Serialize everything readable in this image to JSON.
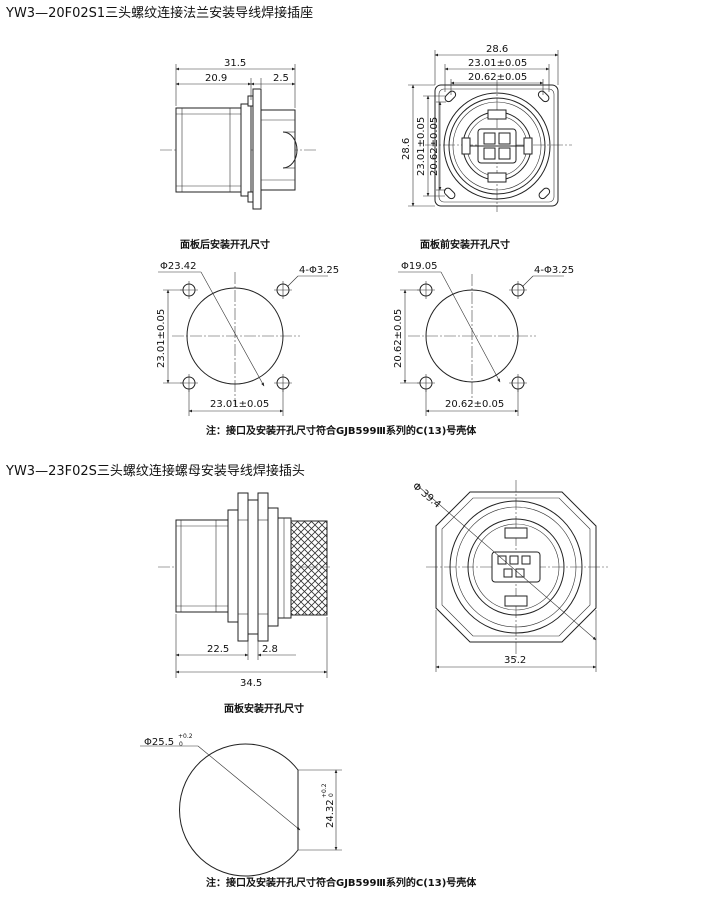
{
  "titles": {
    "top": "YW3—20F02S1三头螺纹连接法兰安装导线焊接插座",
    "bottom": "YW3—23F02S三头螺纹连接螺母安装导线焊接插头"
  },
  "captions": {
    "rear_cutout": "面板后安装开孔尺寸",
    "front_cutout": "面板前安装开孔尺寸",
    "panel_cutout": "面板安装开孔尺寸"
  },
  "notes": {
    "top": "注：接口及安装开孔尺寸符合GJB599Ⅲ系列的C(13)号壳体",
    "bottom": "注：接口及安装开孔尺寸符合GJB599Ⅲ系列的C(13)号壳体"
  },
  "dims": {
    "side_total": "31.5",
    "side_body": "20.9",
    "side_flange": "2.5",
    "front_width": "28.6",
    "front_hole_1": "23.01±0.05",
    "front_hole_2": "20.62±0.05",
    "front_height": "28.6",
    "front_vhole_1": "23.01±0.05",
    "front_vhole_2": "20.62±0.05",
    "rear_dia": "Φ23.42",
    "rear_holes": "4-Φ3.25",
    "rear_vspacing": "23.01±0.05",
    "rear_hspacing": "23.01±0.05",
    "frontcut_dia": "Φ19.05",
    "frontcut_holes": "4-Φ3.25",
    "frontcut_vspacing": "20.62±0.05",
    "frontcut_hspacing": "20.62±0.05",
    "plug_body": "22.5",
    "plug_nut": "2.8",
    "plug_total": "34.5",
    "plug_front_dia": "Φ 39.4",
    "plug_front_width": "35.2",
    "cut_dia": "Φ25.5",
    "cut_dia_tol_up": "+0.2",
    "cut_dia_tol_low": "0",
    "cut_flat": "24.32",
    "cut_flat_tol_up": "+0.2",
    "cut_flat_tol_low": "0"
  }
}
